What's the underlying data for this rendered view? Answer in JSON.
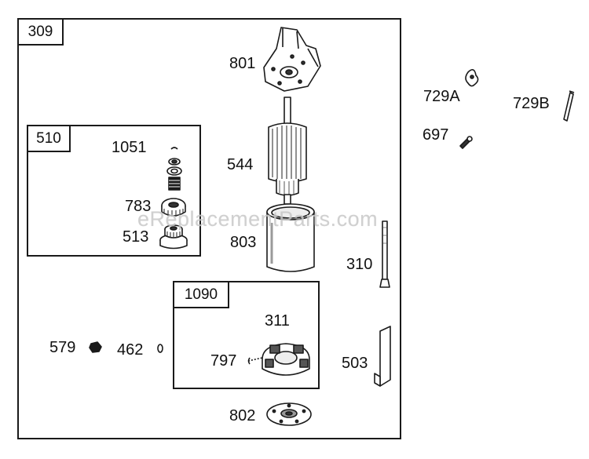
{
  "assemblies": {
    "main": {
      "tag": "309"
    },
    "drive": {
      "tag": "510"
    },
    "brush": {
      "tag": "1090"
    }
  },
  "parts": {
    "p801": "801",
    "p544": "544",
    "p803": "803",
    "p1051": "1051",
    "p783": "783",
    "p513": "513",
    "p311": "311",
    "p797": "797",
    "p802": "802",
    "p579": "579",
    "p462": "462",
    "p310": "310",
    "p503": "503",
    "p729A": "729A",
    "p729B": "729B",
    "p697": "697"
  },
  "watermark": "eReplacementParts.com",
  "colors": {
    "line": "#1a1a1a",
    "part_fill": "#ffffff",
    "shade": "#8a8a8a",
    "watermark": "#c8c8c8"
  }
}
